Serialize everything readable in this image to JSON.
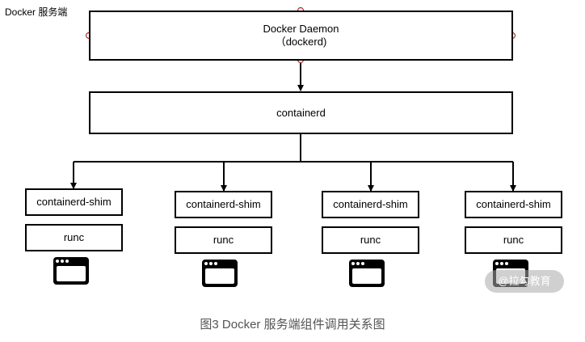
{
  "corner_label": "Docker 服务端",
  "daemon": {
    "title": "Docker Daemon",
    "subtitle": "（dockerd)"
  },
  "containerd": {
    "label": "containerd"
  },
  "stacks": [
    {
      "shim": "containerd-shim",
      "runc": "runc",
      "icon": "container-window-icon"
    },
    {
      "shim": "containerd-shim",
      "runc": "runc",
      "icon": "container-window-icon"
    },
    {
      "shim": "containerd-shim",
      "runc": "runc",
      "icon": "container-window-icon"
    },
    {
      "shim": "containerd-shim",
      "runc": "runc",
      "icon": "container-window-icon"
    }
  ],
  "caption": "图3 Docker 服务端组件调用关系图",
  "watermark": "@拉勾教育",
  "colors": {
    "stroke": "#000000",
    "port_dot": "#b03030",
    "caption": "#555555",
    "watermark_bg": "#aaaaaa"
  }
}
